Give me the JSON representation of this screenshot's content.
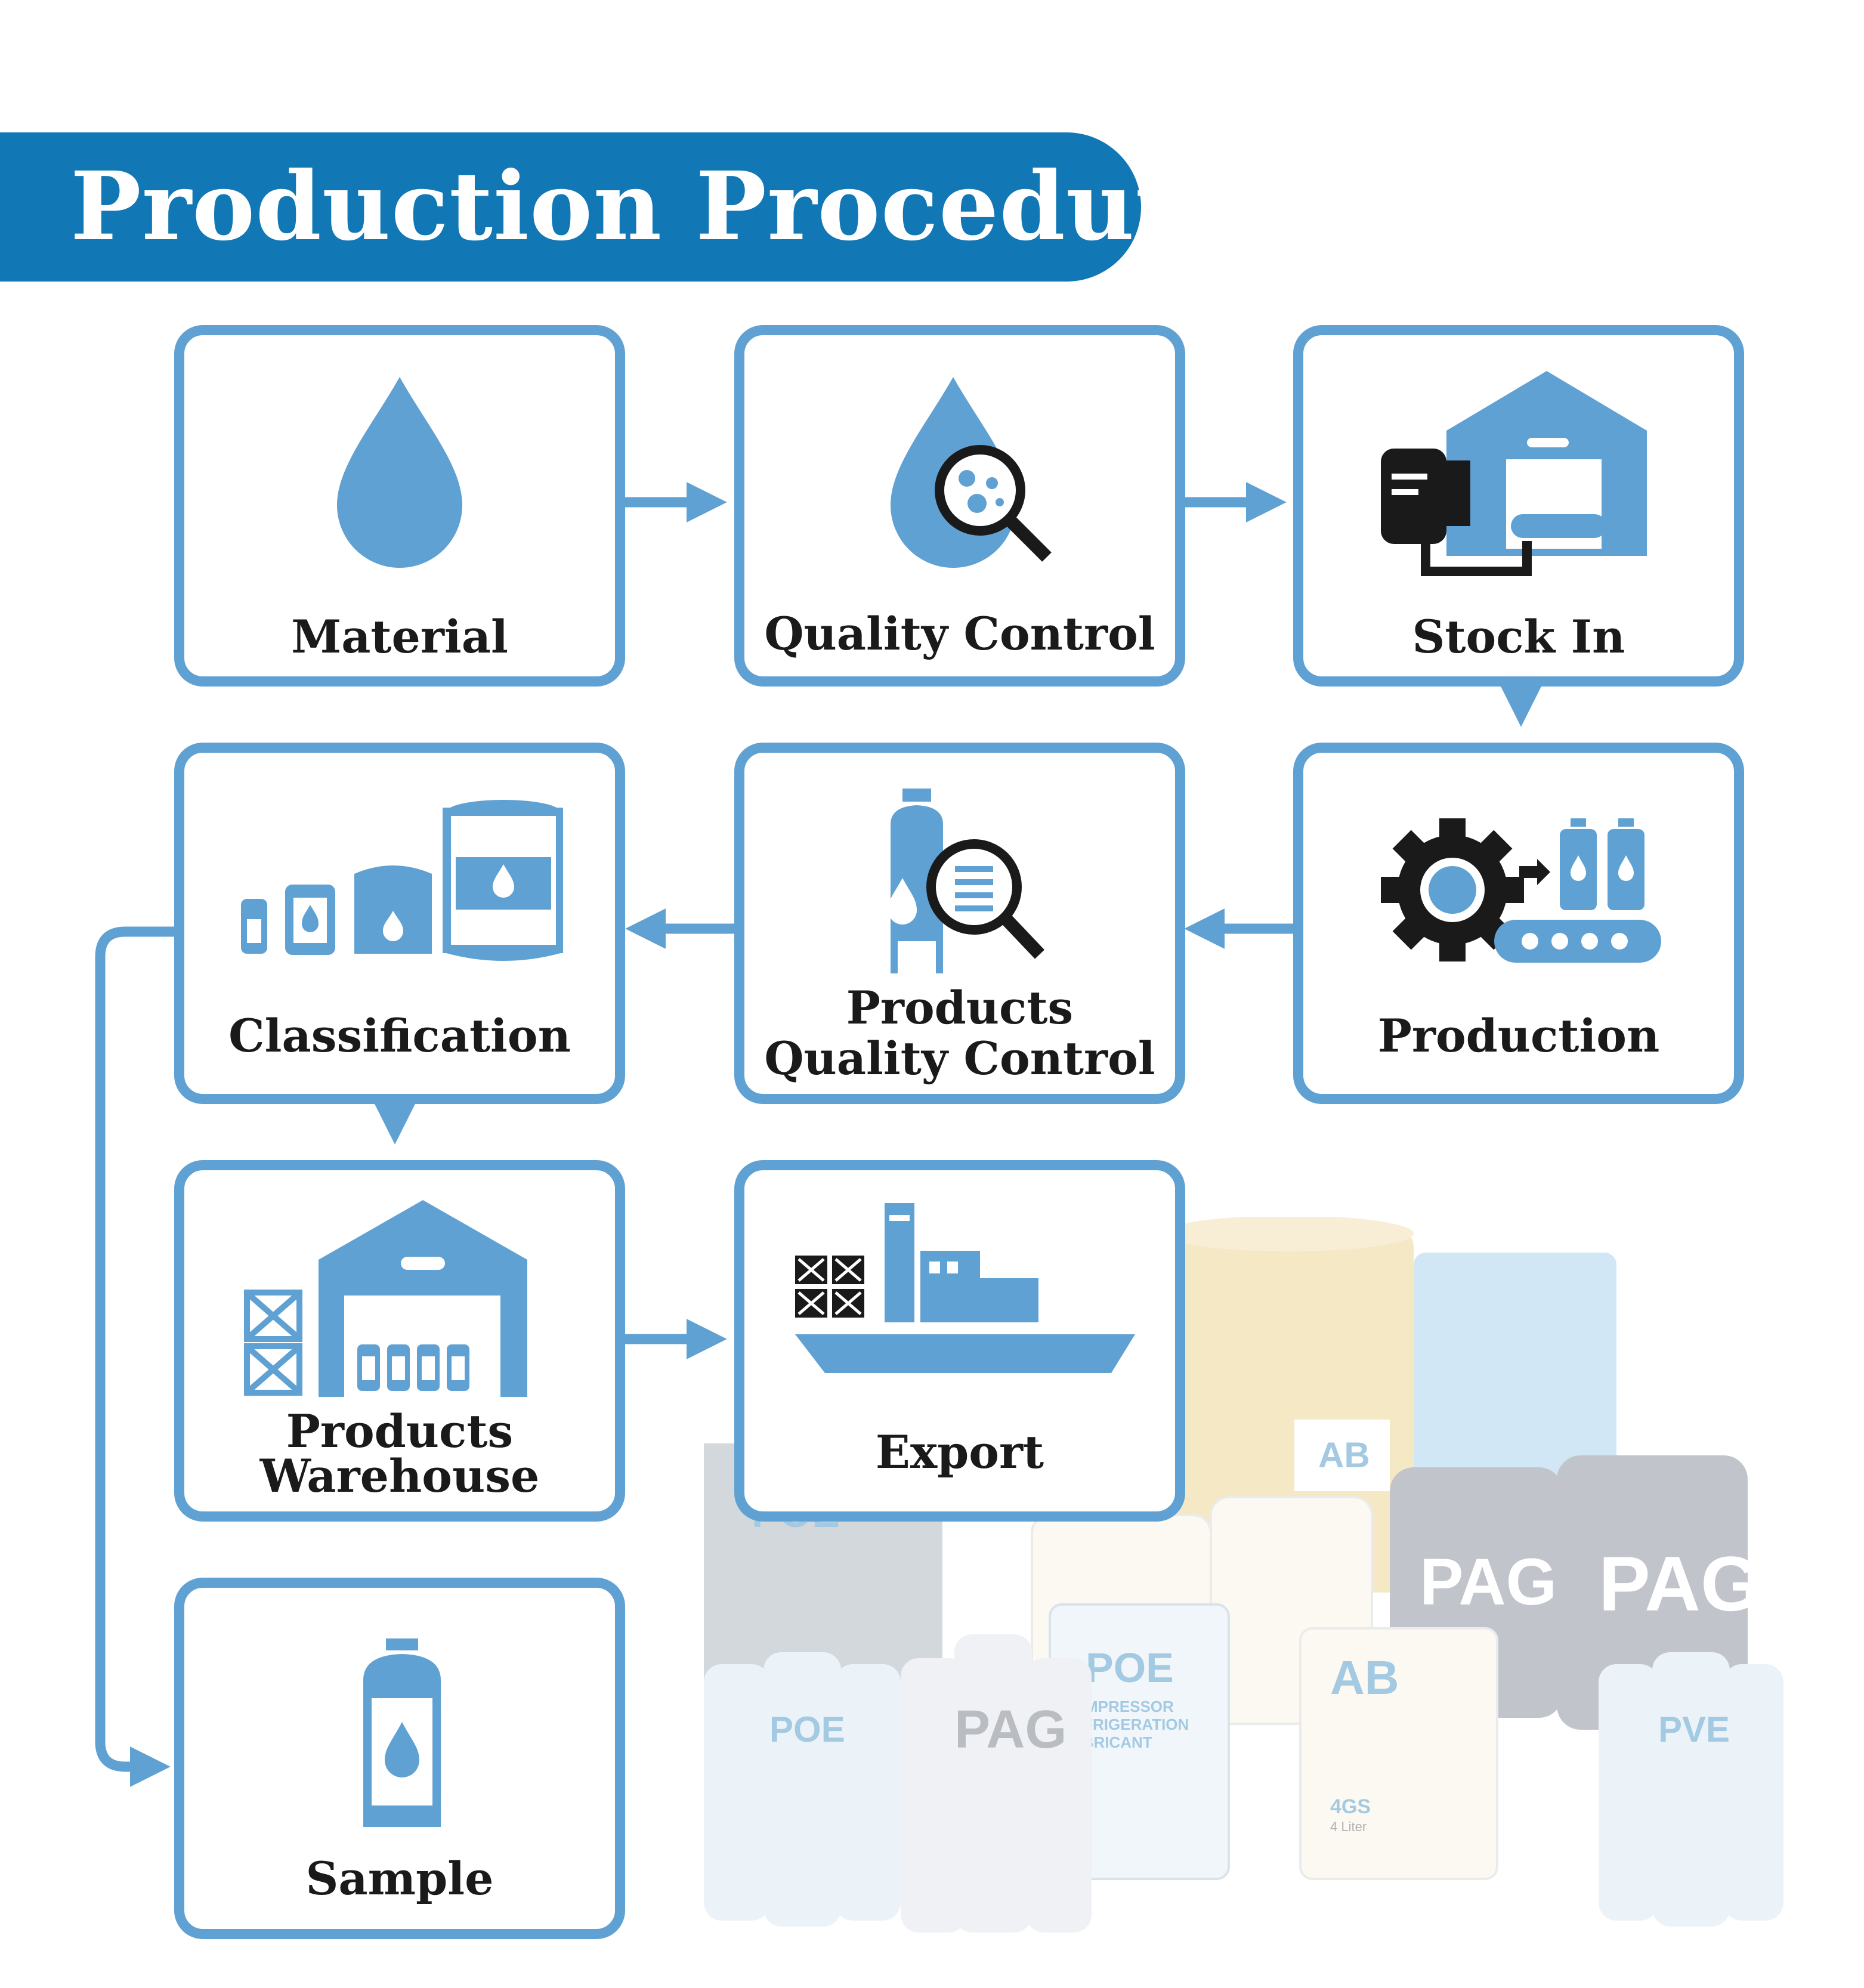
{
  "title": "Production Procedure",
  "colors": {
    "accent": "#1177b5",
    "box_border": "#60a1d3",
    "icon_blue": "#60a1d3",
    "icon_dark": "#1a1a1a"
  },
  "steps": {
    "material": {
      "label": "Material",
      "icon": "water-drop-icon"
    },
    "quality_control": {
      "label": "Quality Control",
      "icon": "drop-magnifier-icon"
    },
    "stock_in": {
      "label": "Stock In",
      "icon": "warehouse-truck-icon"
    },
    "production": {
      "label": "Production",
      "icon": "gear-conveyor-icon"
    },
    "products_qc": {
      "label_line1": "Products",
      "label_line2": "Quality Control",
      "icon": "can-magnifier-icon"
    },
    "classification": {
      "label": "Classification",
      "icon": "containers-icon"
    },
    "products_warehouse": {
      "label_line1": "Products",
      "label_line2": "Warehouse",
      "icon": "warehouse-crates-icon"
    },
    "export": {
      "label": "Export",
      "icon": "cargo-ship-icon"
    },
    "sample": {
      "label": "Sample",
      "icon": "sample-can-icon"
    }
  },
  "flow": [
    "Material",
    "Quality Control",
    "Stock In",
    "Production",
    "Products Quality Control",
    "Classification",
    "Products Warehouse",
    "Export",
    "Sample"
  ],
  "product_labels": {
    "poe": "POE",
    "pag": "PAG",
    "pve": "PVE",
    "ab": "AB",
    "compressor_line1": "COMPRESSOR",
    "compressor_line2": "REFRIGERATION",
    "compressor_line3": "LUBRICANT",
    "grade": "4GS",
    "volume": "4 Liter"
  }
}
